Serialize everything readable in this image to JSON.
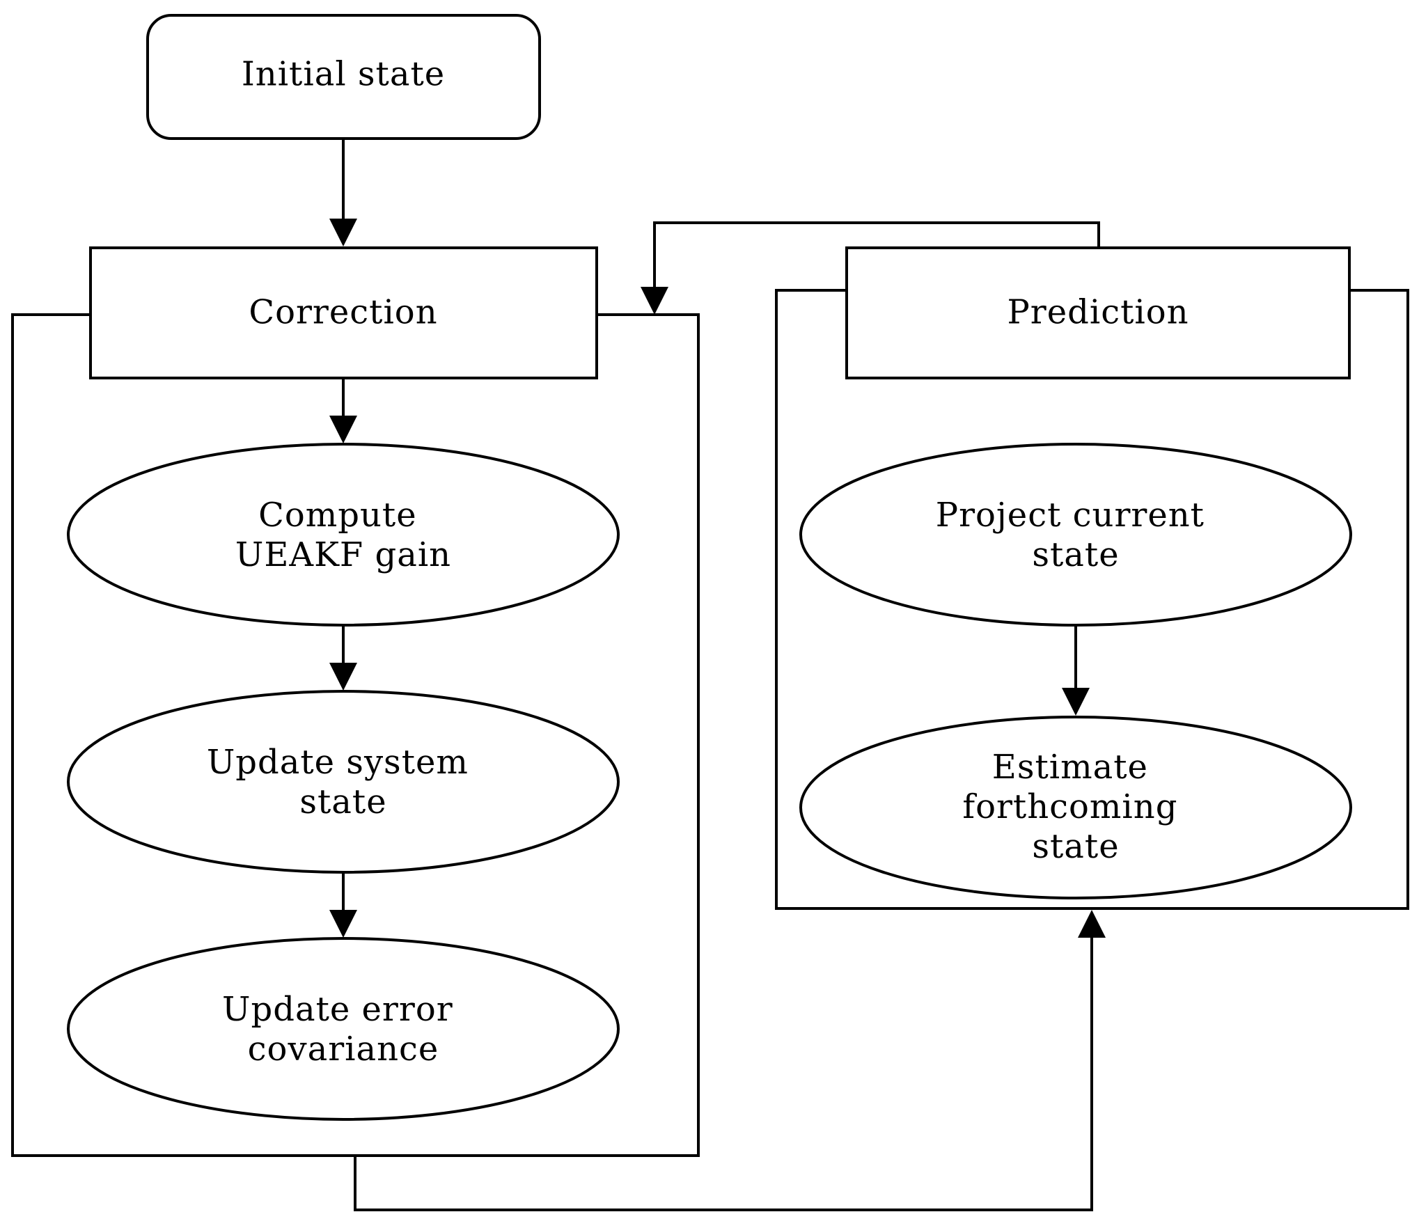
{
  "diagram": {
    "initial_state": "Initial state",
    "correction": "Correction",
    "prediction": "Prediction",
    "compute_gain": [
      "Compute",
      "UEAKF gain"
    ],
    "update_system_state": [
      "Update system",
      "state"
    ],
    "update_error_covariance": [
      "Update error",
      "covariance"
    ],
    "project_current_state": [
      "Project current",
      "state"
    ],
    "estimate_forthcoming_state": [
      "Estimate",
      "forthcoming",
      "state"
    ]
  },
  "colors": {
    "stroke": "#000000",
    "background": "#ffffff"
  }
}
